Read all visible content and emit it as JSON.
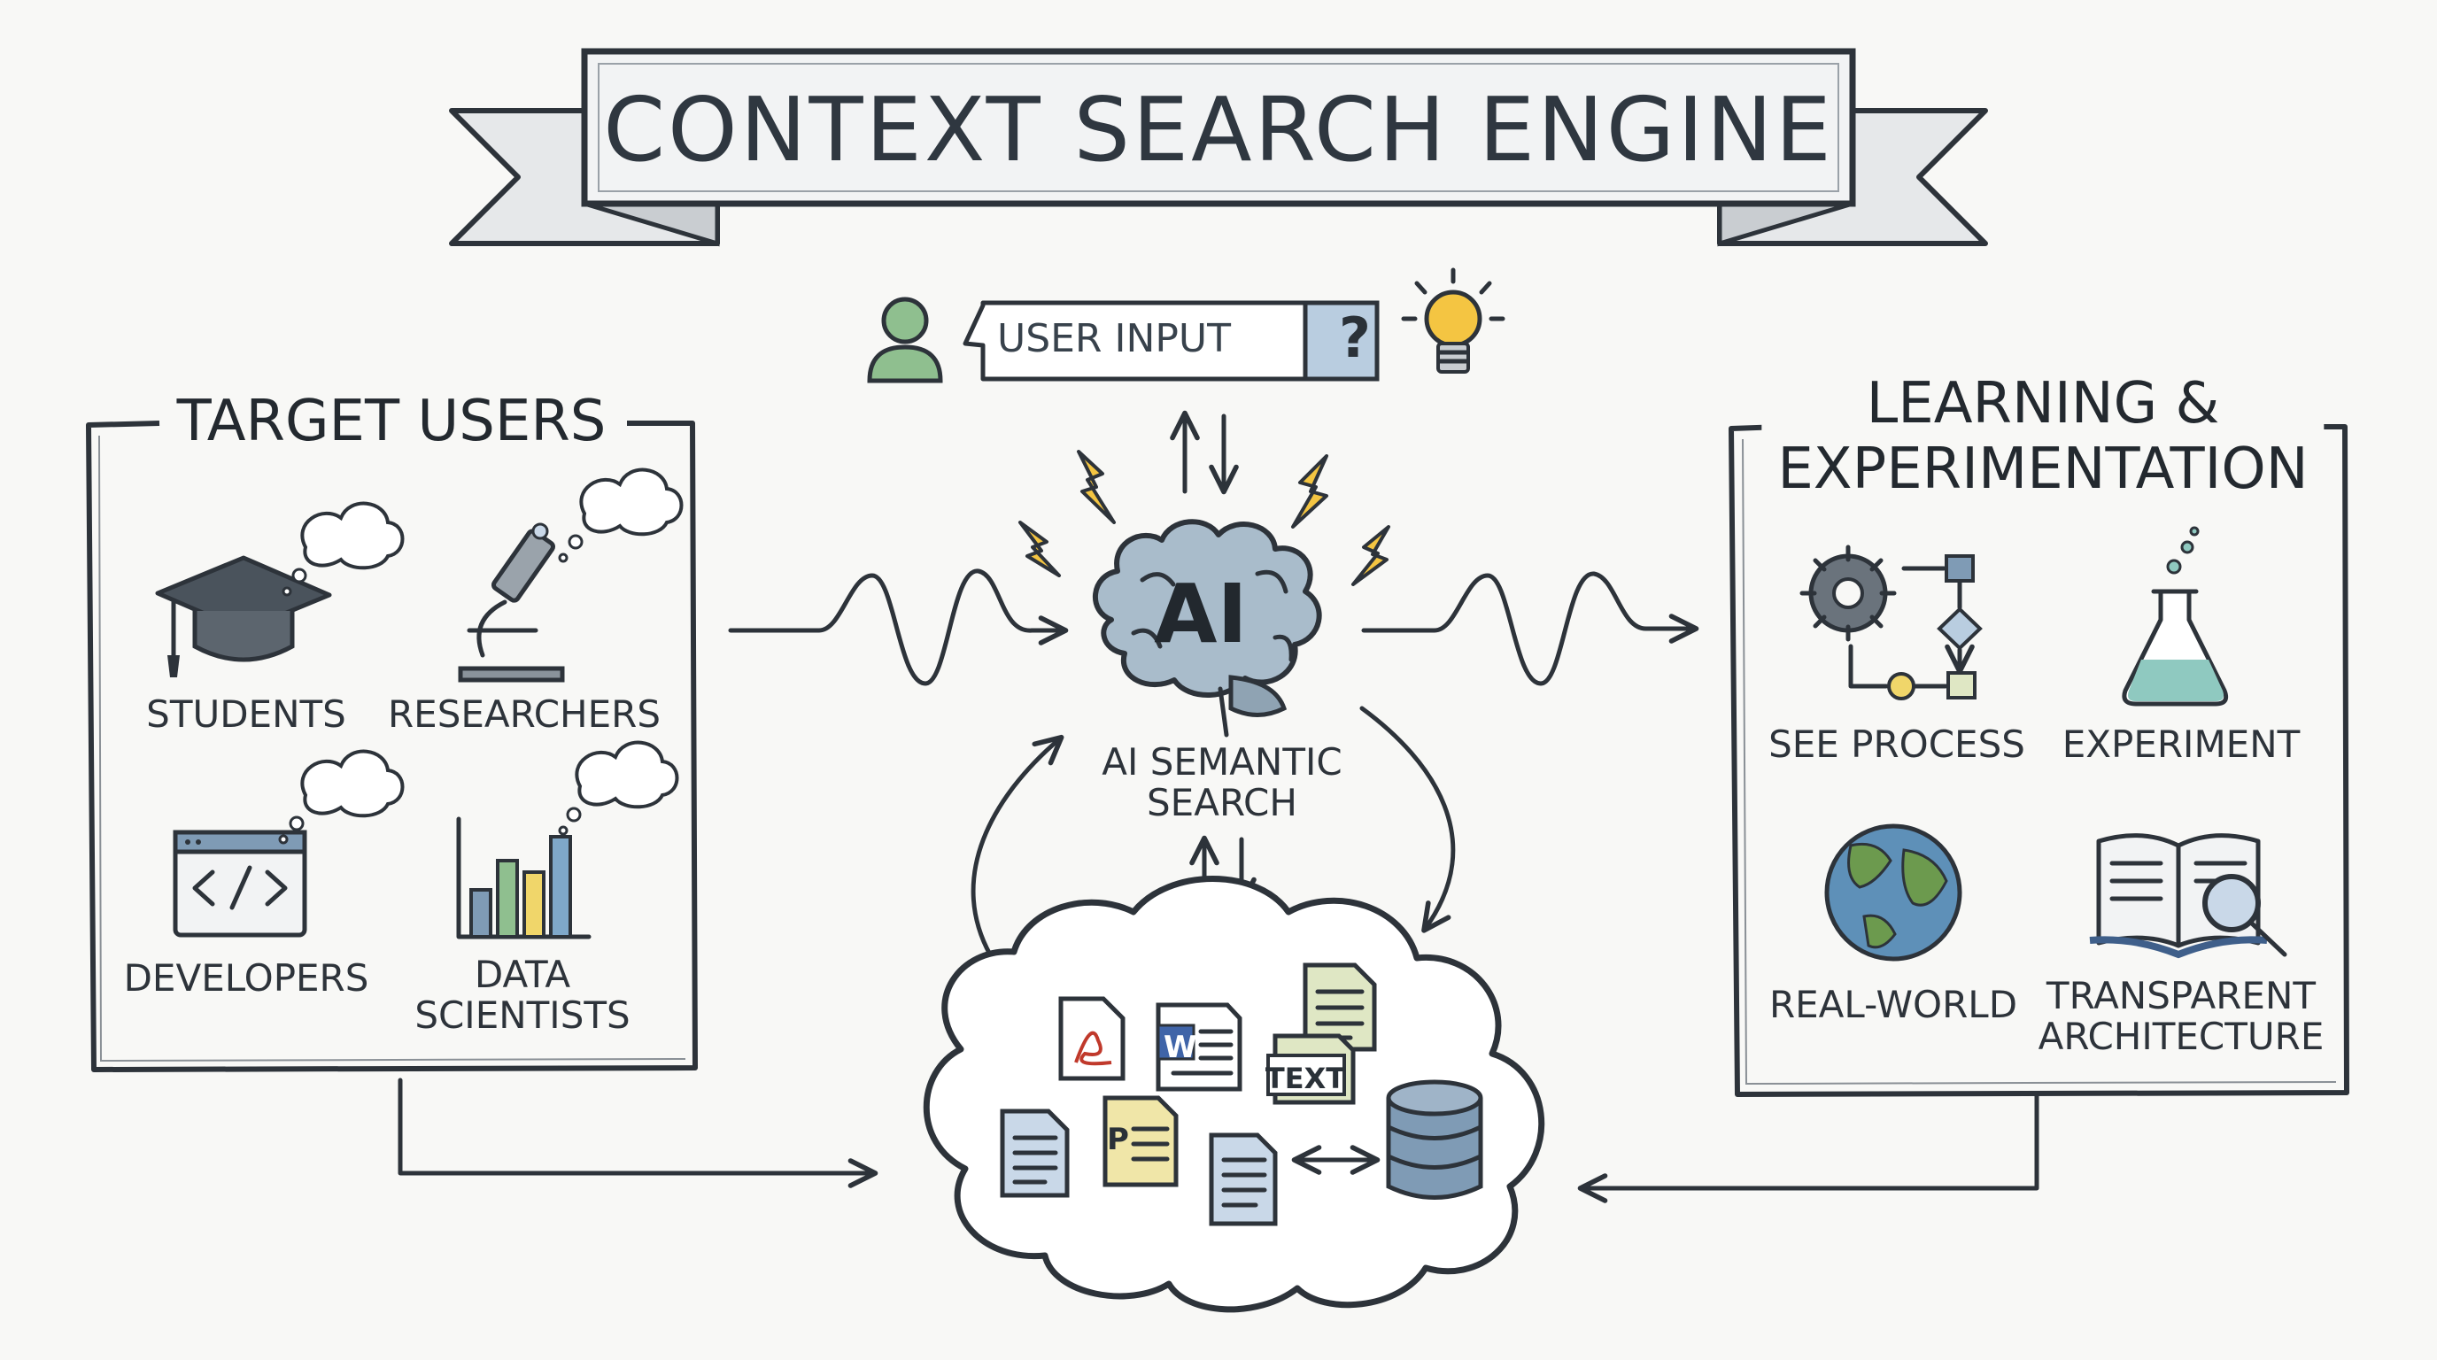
{
  "title": "CONTEXT SEARCH ENGINE",
  "input": {
    "text": "USER INPUT",
    "help_glyph": "?"
  },
  "engine": {
    "core_text": "AI",
    "caption": [
      "AI SEMANTIC",
      "SEARCH"
    ]
  },
  "target_users": {
    "title": "TARGET USERS",
    "items": [
      {
        "label": [
          "STUDENTS"
        ],
        "icon": "graduation-cap-icon"
      },
      {
        "label": [
          "RESEARCHERS"
        ],
        "icon": "microscope-icon"
      },
      {
        "label": [
          "DEVELOPERS"
        ],
        "icon": "code-window-icon"
      },
      {
        "label": [
          "DATA",
          "SCIENTISTS"
        ],
        "icon": "bar-chart-icon"
      }
    ]
  },
  "learning": {
    "title": [
      "LEARNING &",
      "EXPERIMENTATION"
    ],
    "items": [
      {
        "label": [
          "SEE PROCESS"
        ],
        "icon": "gear-flowchart-icon"
      },
      {
        "label": [
          "EXPERIMENT"
        ],
        "icon": "flask-icon"
      },
      {
        "label": [
          "REAL-WORLD"
        ],
        "icon": "globe-icon"
      },
      {
        "label": [
          "TRANSPARENT",
          "ARCHITECTURE"
        ],
        "icon": "book-magnifier-icon"
      }
    ]
  },
  "knowledge_base": {
    "text_tag": "TEXT",
    "doc_letters": {
      "word": "W",
      "powerpoint": "P"
    },
    "icons": [
      "pdf-doc-icon",
      "word-doc-icon",
      "text-doc-icon",
      "powerpoint-doc-icon",
      "database-icon"
    ]
  },
  "colors": {
    "ink": "#2d333a",
    "brain": "#a9bccb",
    "lightning": "#f4c542",
    "user": "#8fbf8f",
    "doc_blue": "#c9d8e8",
    "doc_yellow": "#f0e6a8",
    "doc_green": "#dfe7c4",
    "globe_ocean": "#5e90b8",
    "globe_land": "#6c9a4e",
    "flask_liquid": "#8fc9c0",
    "chart_bars": [
      "#7f9bb5",
      "#8fbf8f",
      "#f0d66a",
      "#7fa8c9"
    ]
  }
}
